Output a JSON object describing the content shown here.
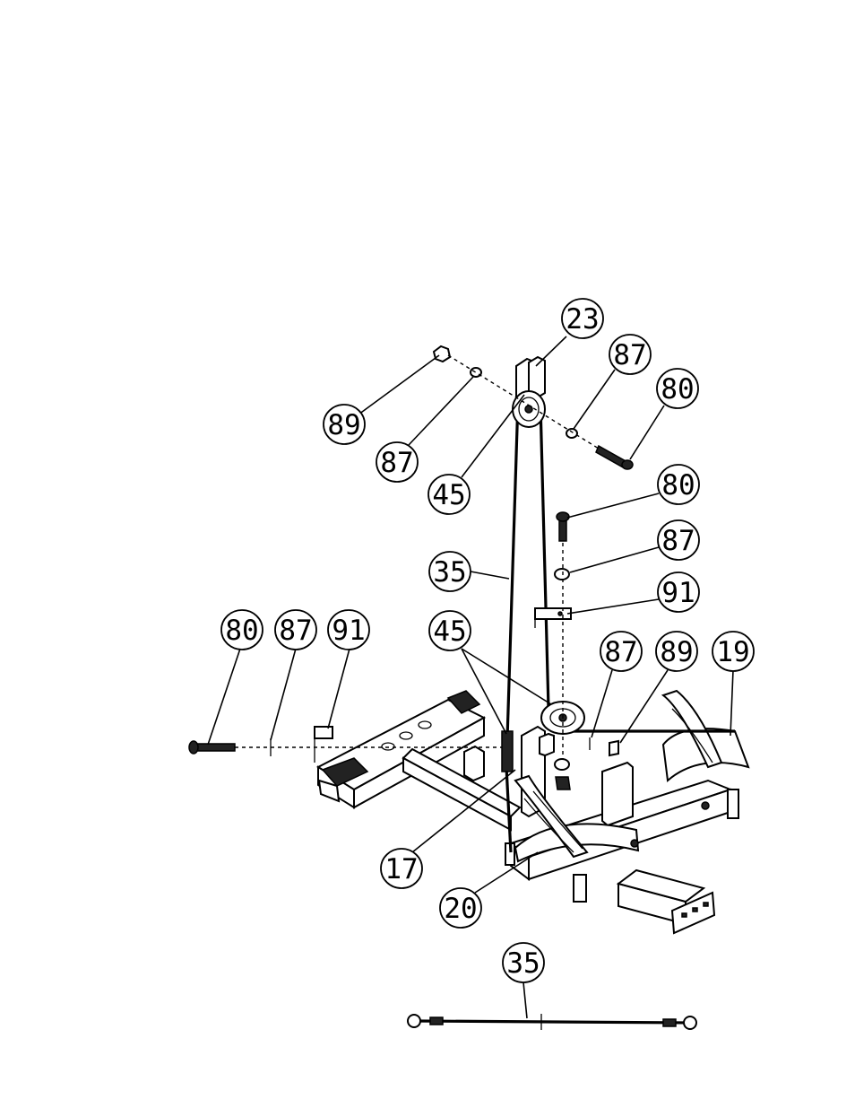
{
  "callouts": [
    {
      "id": "c23",
      "label": "23"
    },
    {
      "id": "c87a",
      "label": "87"
    },
    {
      "id": "c80a",
      "label": "80"
    },
    {
      "id": "c89a",
      "label": "89"
    },
    {
      "id": "c87b",
      "label": "87"
    },
    {
      "id": "c45a",
      "label": "45"
    },
    {
      "id": "c80b",
      "label": "80"
    },
    {
      "id": "c87c",
      "label": "87"
    },
    {
      "id": "c35a",
      "label": "35"
    },
    {
      "id": "c91a",
      "label": "91"
    },
    {
      "id": "c80c",
      "label": "80"
    },
    {
      "id": "c87d",
      "label": "87"
    },
    {
      "id": "c91b",
      "label": "91"
    },
    {
      "id": "c45b",
      "label": "45"
    },
    {
      "id": "c87e",
      "label": "87"
    },
    {
      "id": "c89b",
      "label": "89"
    },
    {
      "id": "c19",
      "label": "19"
    },
    {
      "id": "c17",
      "label": "17"
    },
    {
      "id": "c20",
      "label": "20"
    },
    {
      "id": "c35b",
      "label": "35"
    }
  ]
}
